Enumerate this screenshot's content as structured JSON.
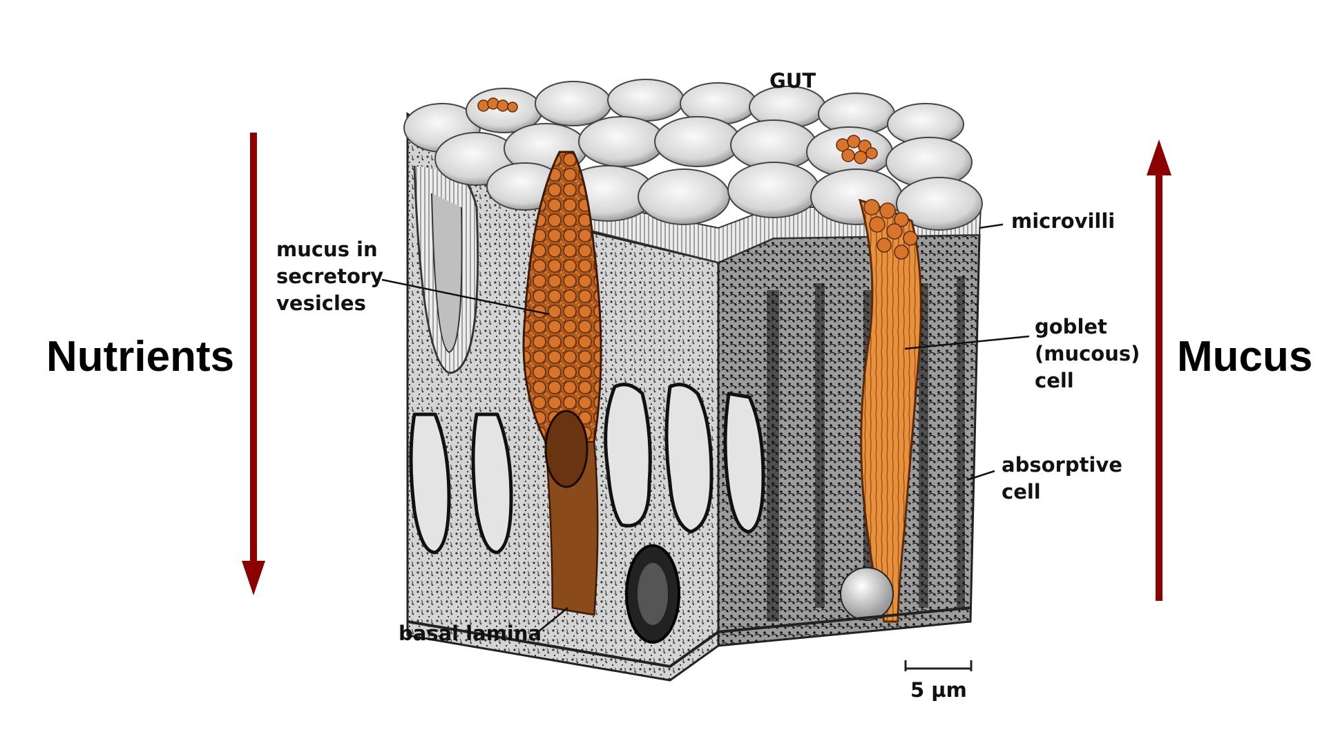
{
  "labels": {
    "left_arrow": "Nutrients",
    "right_arrow": "Mucus",
    "top": "GUT",
    "mucus_vesicles": [
      "mucus in",
      "secretory",
      "vesicles"
    ],
    "microvilli": "microvilli",
    "goblet_cell": [
      "goblet",
      "(mucous)",
      "cell"
    ],
    "absorptive_cell": [
      "absorptive",
      "cell"
    ],
    "basal_lamina": "basal lamina",
    "scale_bar": "5 µm"
  },
  "colors": {
    "arrow": "#8b0000",
    "mucus": "#d9752a",
    "goblet": "#e8903e",
    "tissue": "#d9d9d9",
    "ink": "#111111"
  }
}
